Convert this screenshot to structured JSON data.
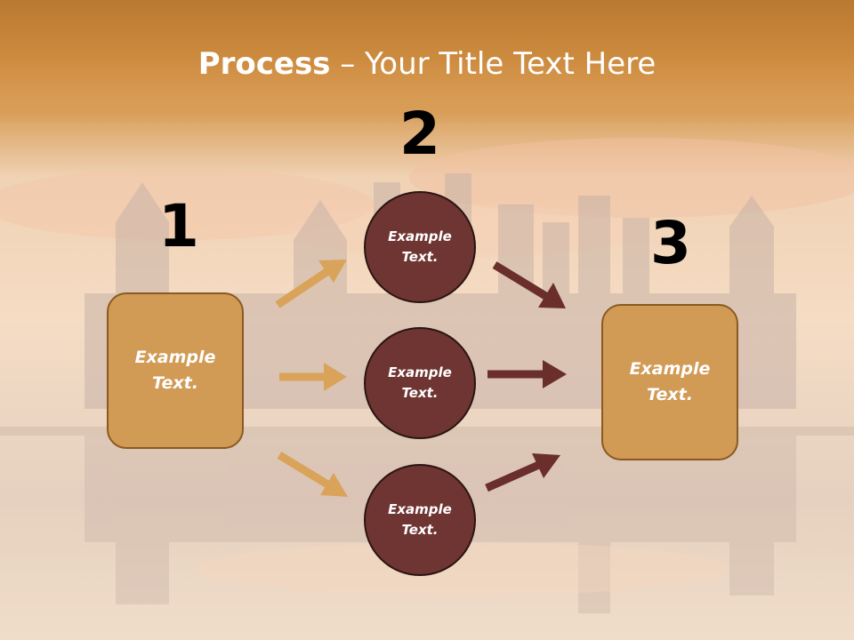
{
  "slide": {
    "title_bold": "Process",
    "title_rest": " – Your Title Text Here"
  },
  "steps": {
    "one": "1",
    "two": "2",
    "three": "3"
  },
  "boxes": {
    "left": "Example Text.",
    "right": "Example Text."
  },
  "circles": {
    "top": "Example Text.",
    "middle": "Example Text.",
    "bottom": "Example Text."
  },
  "colors": {
    "box_fill": "#d19a55",
    "circle_fill": "#6e3532",
    "arrow_orange": "#d9a35a",
    "arrow_maroon": "#6a2e2b"
  }
}
